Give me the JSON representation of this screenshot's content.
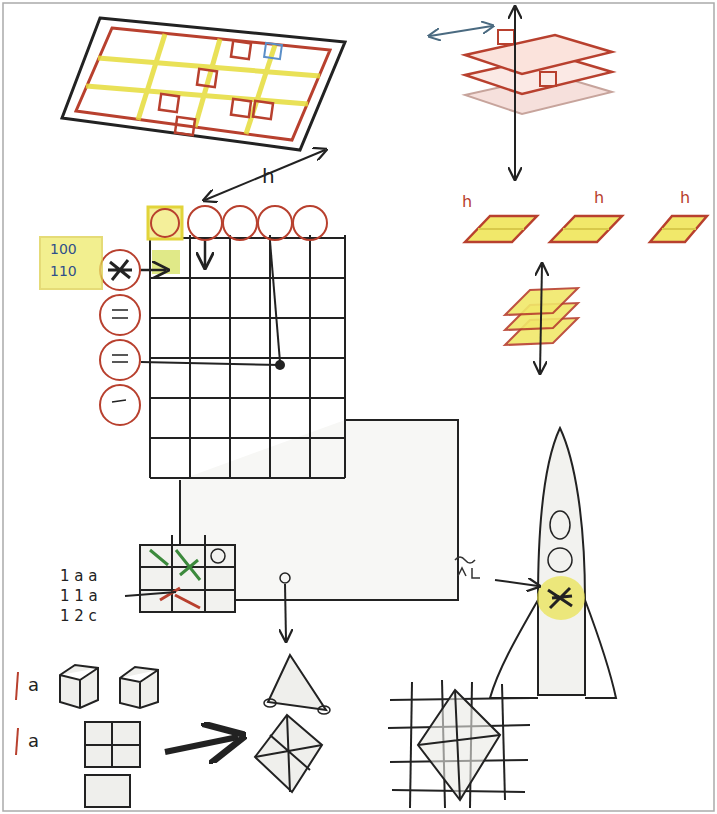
{
  "diagram": {
    "labels": [
      "h",
      "h",
      "h",
      "h",
      "100",
      "110",
      "1 a a",
      "1 1 a",
      "1 2 c",
      "a",
      "a"
    ]
  }
}
